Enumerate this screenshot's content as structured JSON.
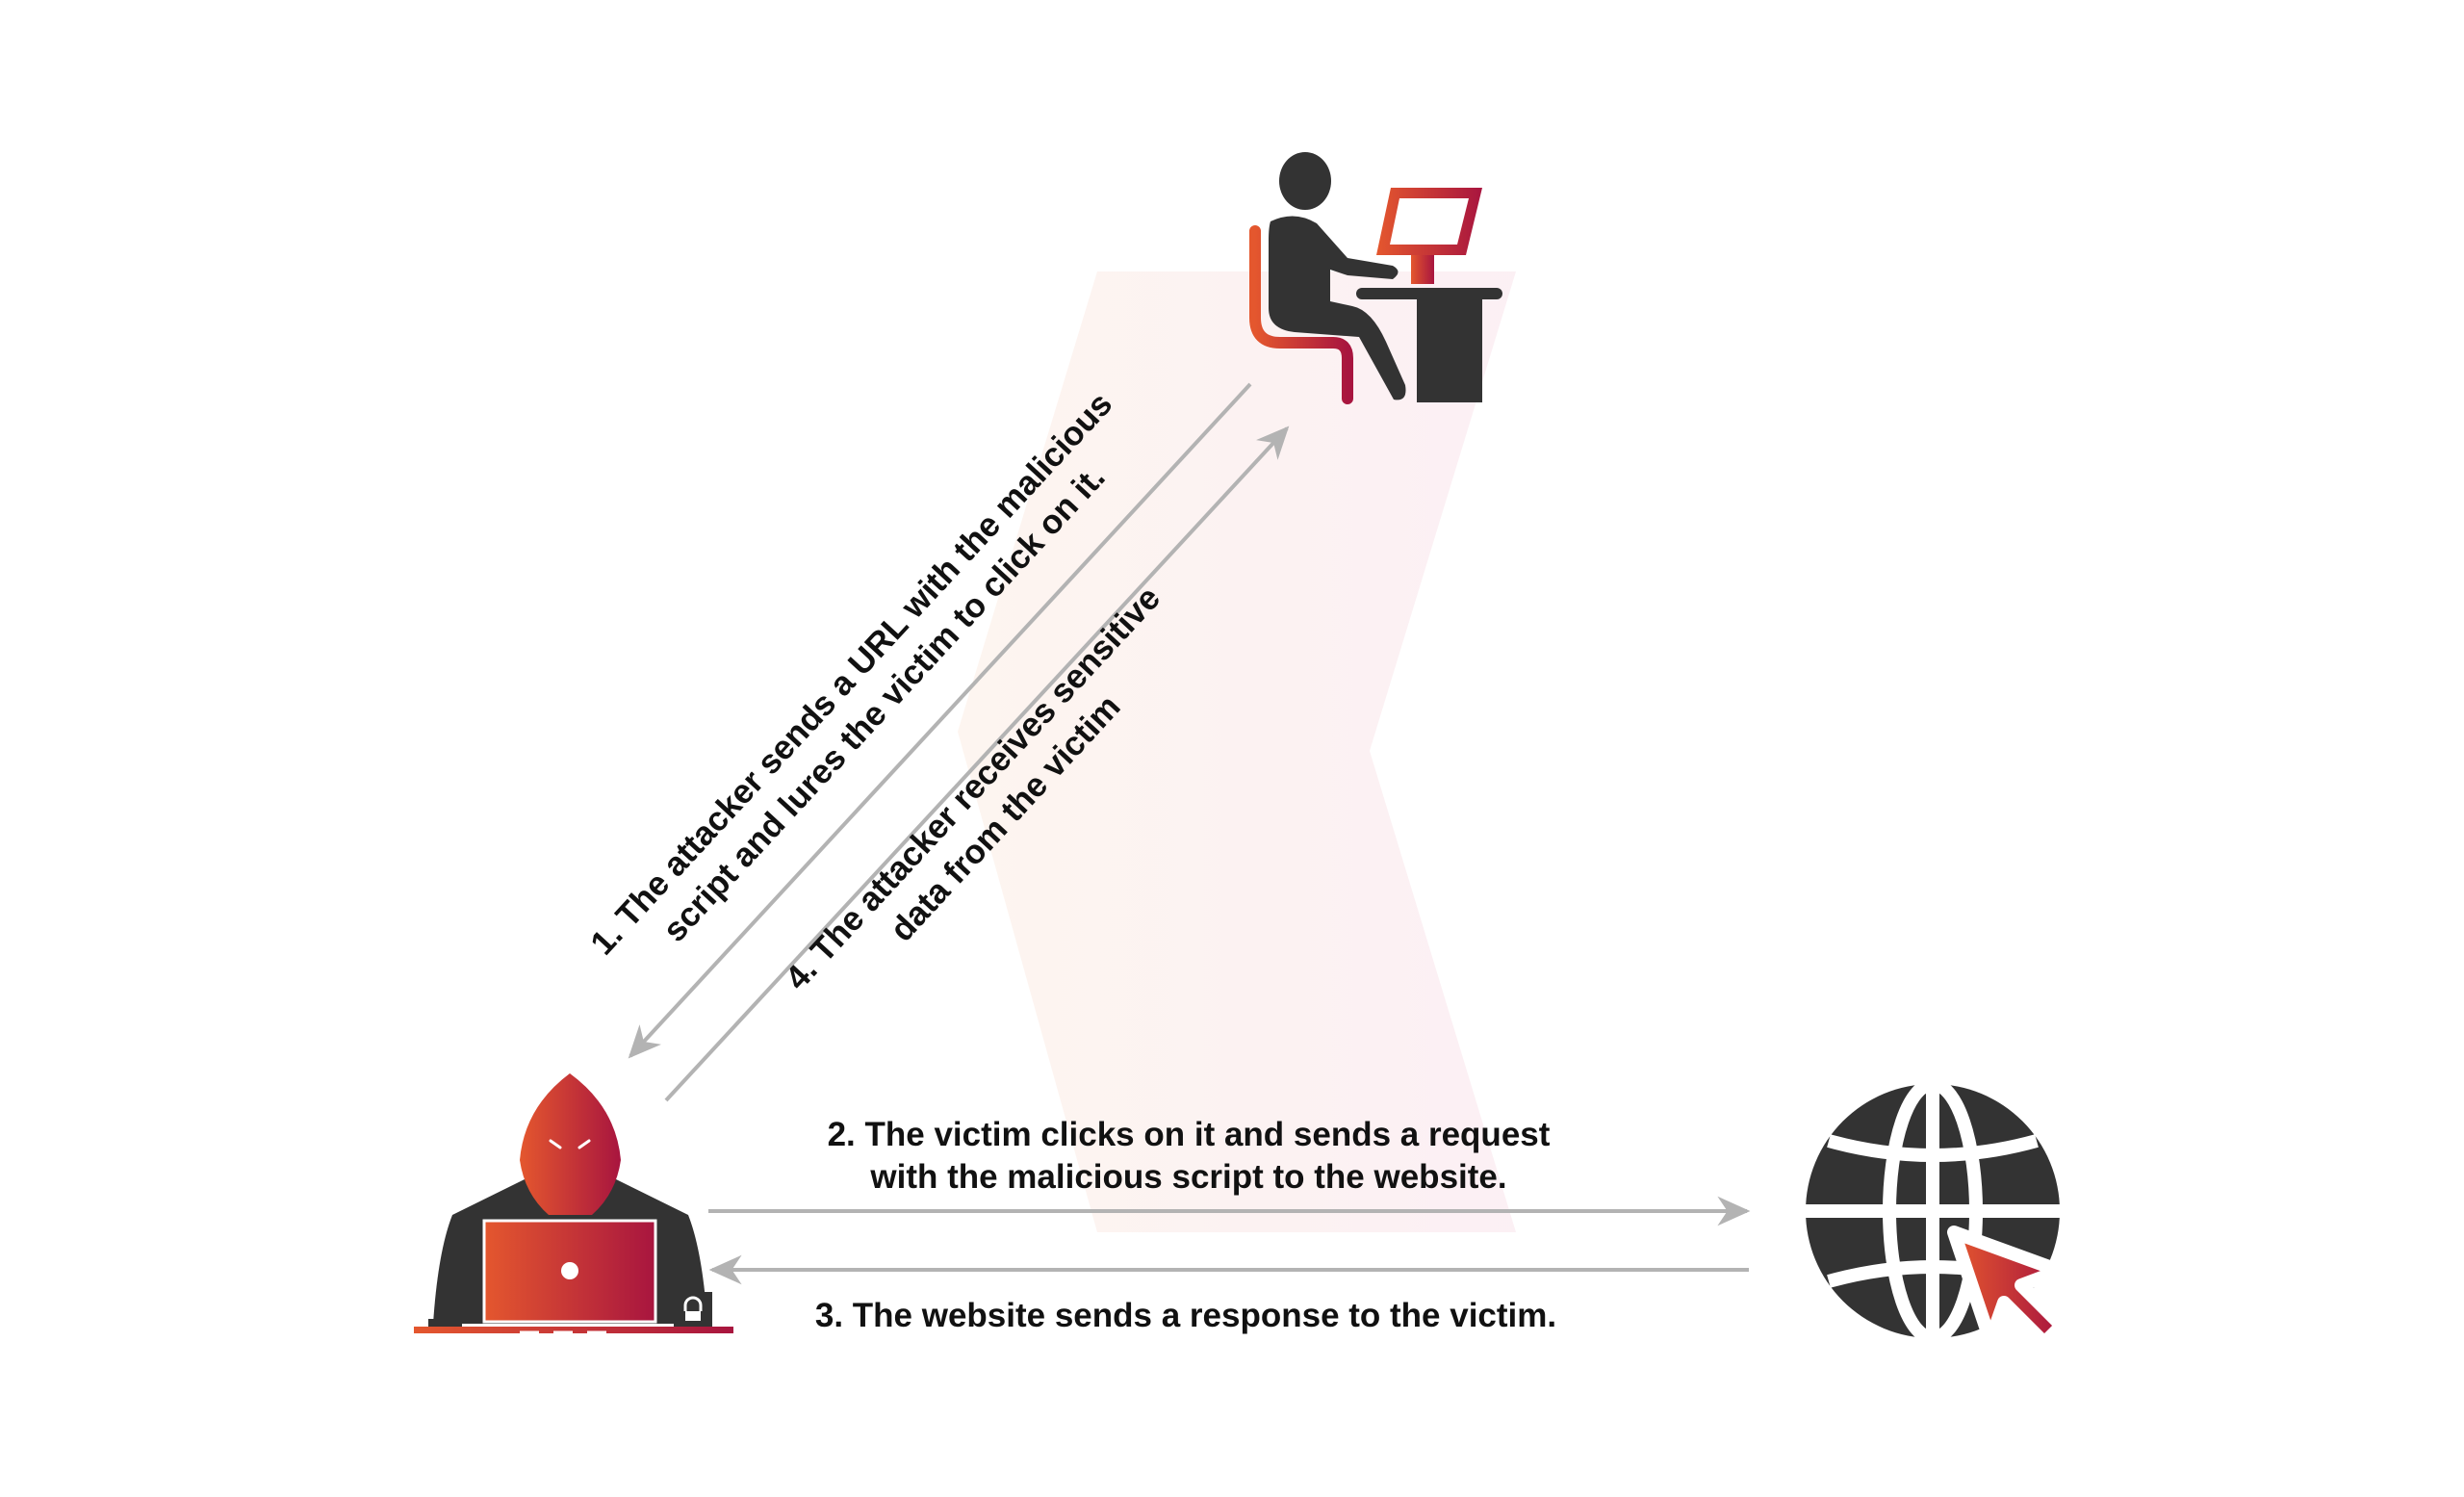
{
  "diagram": {
    "title": "Reflected XSS attack flow",
    "nodes": {
      "victim": {
        "icon": "person-at-computer-icon"
      },
      "attacker": {
        "icon": "hooded-hacker-laptop-icon"
      },
      "website": {
        "icon": "globe-cursor-icon"
      }
    },
    "steps": {
      "step1": {
        "line1": "1. The attacker sends a URL with the malicious",
        "line2": "script and lures the victim to click on it."
      },
      "step2": {
        "line1": "2. The victim clicks on it and sends a request",
        "line2": "with the malicious script to the website."
      },
      "step3": {
        "line1": "3. The website sends a response to the victim."
      },
      "step4": {
        "line1": "4. The attacker receives sensitive",
        "line2": "data from the victim"
      }
    },
    "colors": {
      "gradient_start": "#E4572E",
      "gradient_end": "#A8153F",
      "icon_dark": "#333333",
      "arrow": "#B3B3B3",
      "text": "#111111"
    }
  }
}
